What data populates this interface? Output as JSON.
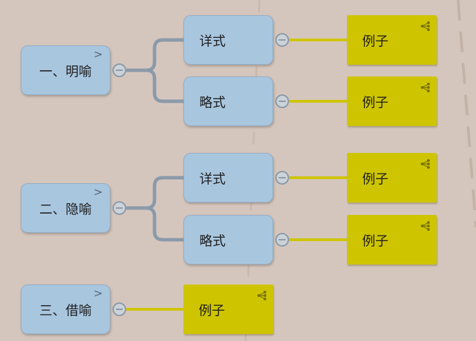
{
  "colors": {
    "background": "#d5c6bd",
    "topic_blue": "#a9c6df",
    "leaf_yellow": "#cec500",
    "connector_gray": "#8b9aa9",
    "connector_yellow": "#cec500"
  },
  "topics": [
    {
      "label": "一、明喻",
      "children": [
        {
          "label": "详式",
          "leaf": "例子"
        },
        {
          "label": "略式",
          "leaf": "例子"
        }
      ]
    },
    {
      "label": "二、隐喻",
      "children": [
        {
          "label": "详式",
          "leaf": "例子"
        },
        {
          "label": "略式",
          "leaf": "例子"
        }
      ]
    },
    {
      "label": "三、借喻",
      "leaf": "例子"
    }
  ]
}
